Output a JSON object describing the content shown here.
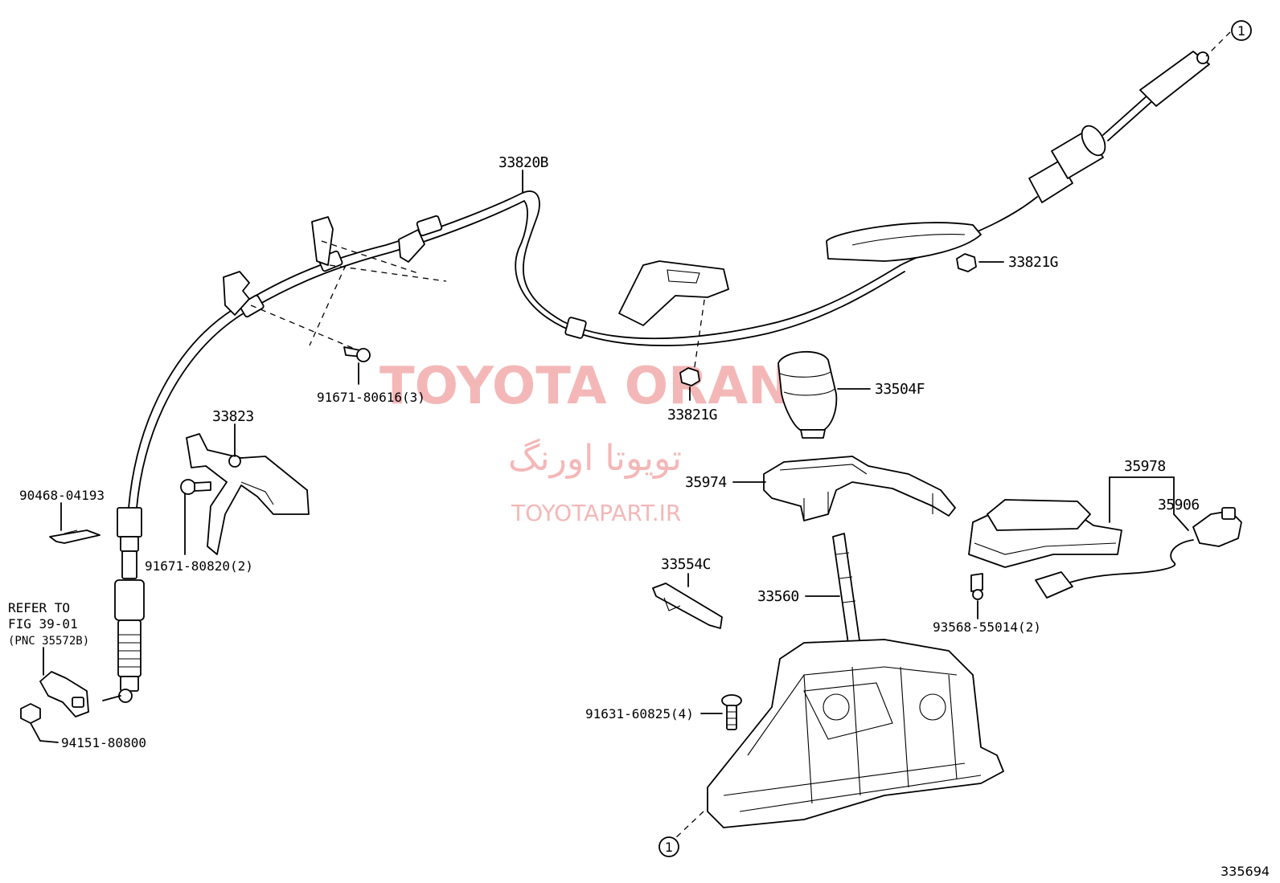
{
  "labels": {
    "l_33820B": "33820B",
    "l_33821G_top": "33821G",
    "l_33821G_mid": "33821G",
    "l_33504F": "33504F",
    "l_91671_80616": "91671-80616(3)",
    "l_33823": "33823",
    "l_90468_04193": "90468-04193",
    "l_91671_80820": "91671-80820(2)",
    "l_refer_1": "REFER TO",
    "l_refer_2": "FIG 39-01",
    "l_refer_3": "(PNC 35572B)",
    "l_94151_80800": "94151-80800",
    "l_35974": "35974",
    "l_35978": "35978",
    "l_35906": "35906",
    "l_33554C": "33554C",
    "l_33560": "33560",
    "l_93568_55014": "93568-55014(2)",
    "l_91631_60825": "91631-60825(4)",
    "callout_top": "1",
    "callout_bottom": "1",
    "figure_number": "335694"
  },
  "watermark": {
    "brand": "TOYOTA ORANG",
    "persian": "تویوتا اورنگ",
    "url": "TOYOTAPART.IR",
    "color": "#f1a0a0"
  }
}
